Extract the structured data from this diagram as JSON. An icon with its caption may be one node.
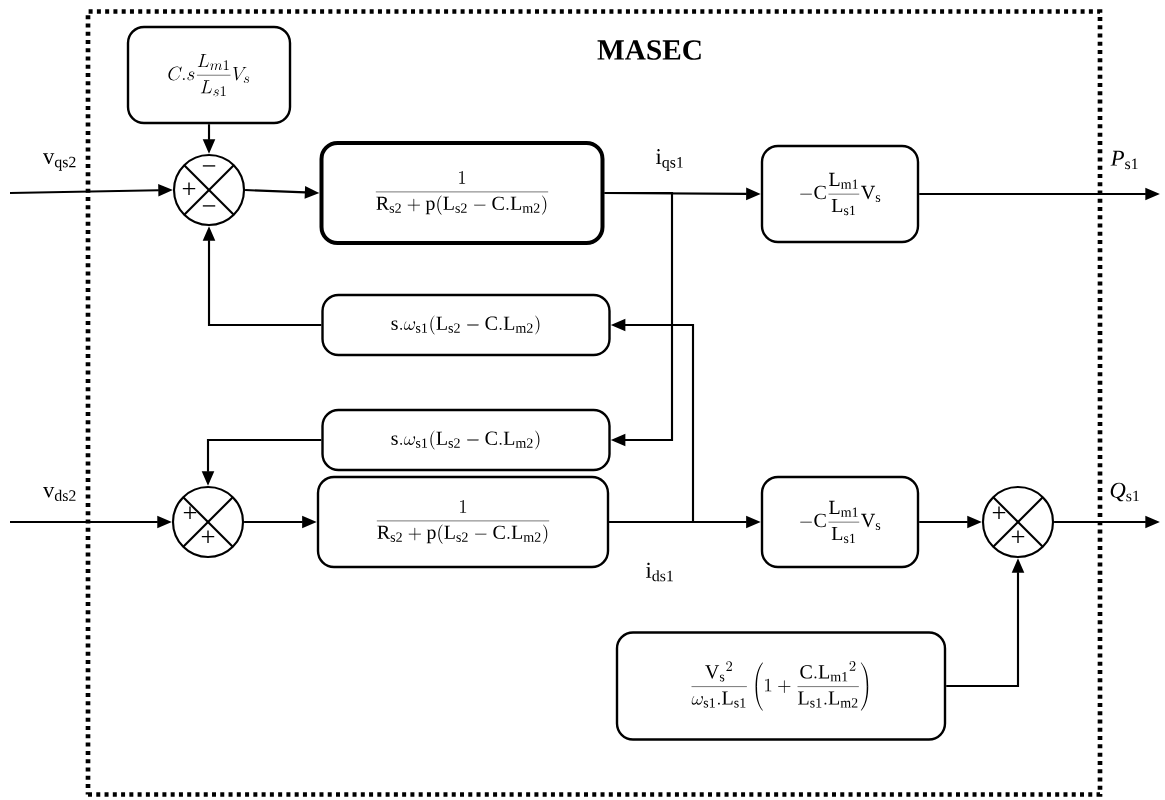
{
  "diagram": {
    "nodes": [
      {
        "text": [
          "MASEC"
        ]
      },
      {
        "text": [
          "C.s\\frac{L_{m1}}{L_{s1}}V_s"
        ],
        "in": 0
      },
      {
        "text": [
          "−",
          "+",
          "−"
        ],
        "in": 0
      },
      {
        "text": [
          "\\frac{1}{\\mathrm{R_{s2}}+\\mathrm{p}(\\mathrm{L_{s2}}-\\mathrm{C.L_{m2}})}"
        ],
        "in": 0
      },
      {
        "text": [
          "-\\mathrm{C}\\frac{\\mathrm{L_{m1}}}{\\mathrm{L_{s1}}}\\mathrm{V_s}"
        ],
        "in": 0
      },
      {
        "text": [
          "\\mathrm{s}.\\omega_{\\mathrm{s1}}(\\mathrm{L_{s2}}-\\mathrm{C.L_{m2}})"
        ],
        "in": 0
      },
      {
        "text": [
          "\\mathrm{s}.\\omega_{\\mathrm{s1}}(\\mathrm{L_{s2}}-\\mathrm{C.L_{m2}})"
        ],
        "in": 0
      },
      {
        "text": [
          "+",
          "+"
        ],
        "in": 0
      },
      {
        "text": [
          "\\frac{1}{\\mathrm{R_{s2}}+\\mathrm{p}(\\mathrm{L_{s2}}-\\mathrm{C.L_{m2}})}"
        ],
        "in": 0
      },
      {
        "text": [
          "-\\mathrm{C}\\frac{\\mathrm{L_{m1}}}{\\mathrm{L_{s1}}}\\mathrm{V_s}"
        ],
        "in": 0
      },
      {
        "text": [
          "+",
          "+"
        ],
        "in": 0
      },
      {
        "text": [
          "\\frac{\\mathrm{V_s}^2}{\\omega_{\\mathrm{s1}}.\\mathrm{L_{s1}}}\\left(1+\\frac{\\mathrm{C.L_{m1}}^2}{\\mathrm{L_{s1}}.\\mathrm{L_{m2}}}\\right)"
        ],
        "in": 0
      }
    ],
    "edges": [
      {
        "from": null,
        "to": 2,
        "arrow": "to",
        "label": "v$_{qs2}$"
      },
      {
        "from": 1,
        "to": 2,
        "arrow": "to"
      },
      {
        "from": 2,
        "to": 3,
        "arrow": "to"
      },
      {
        "from": 3,
        "to": 4,
        "arrow": "to",
        "label": "i$_{qs1}$"
      },
      {
        "from": 4,
        "to": null,
        "arrow": "to",
        "label": "*P*$_{s1}$"
      },
      {
        "from": 5,
        "to": 2,
        "arrow": "to"
      },
      {
        "from": 3,
        "to": 6,
        "arrow": "to"
      },
      {
        "from": 8,
        "to": 5,
        "arrow": "to"
      },
      {
        "from": 6,
        "to": 7,
        "arrow": "to"
      },
      {
        "from": null,
        "to": 7,
        "arrow": "to",
        "label": "v$_{ds2}$"
      },
      {
        "from": 7,
        "to": 8,
        "arrow": "to"
      },
      {
        "from": 8,
        "to": 9,
        "arrow": "to",
        "label": "i$_{ds1}$"
      },
      {
        "from": 9,
        "to": 10,
        "arrow": "to"
      },
      {
        "from": 11,
        "to": 10,
        "arrow": "to"
      },
      {
        "from": 10,
        "to": null,
        "arrow": "to",
        "label": "*Q*$_{s1}$"
      }
    ]
  }
}
